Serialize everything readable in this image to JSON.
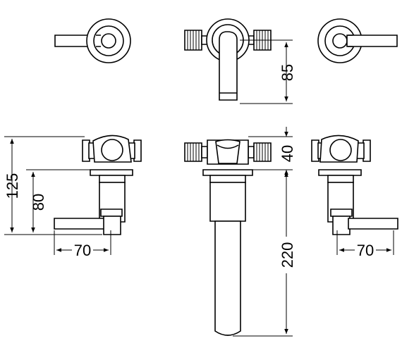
{
  "dimensions": {
    "top_view_spout_depth": "85",
    "front_view_handle_height": "125",
    "front_view_handle_offset": "80",
    "front_view_left_width": "70",
    "front_view_right_width": "70",
    "spout_body_height": "40",
    "spout_length": "220"
  },
  "colors": {
    "line": "#000000",
    "background": "#ffffff"
  }
}
